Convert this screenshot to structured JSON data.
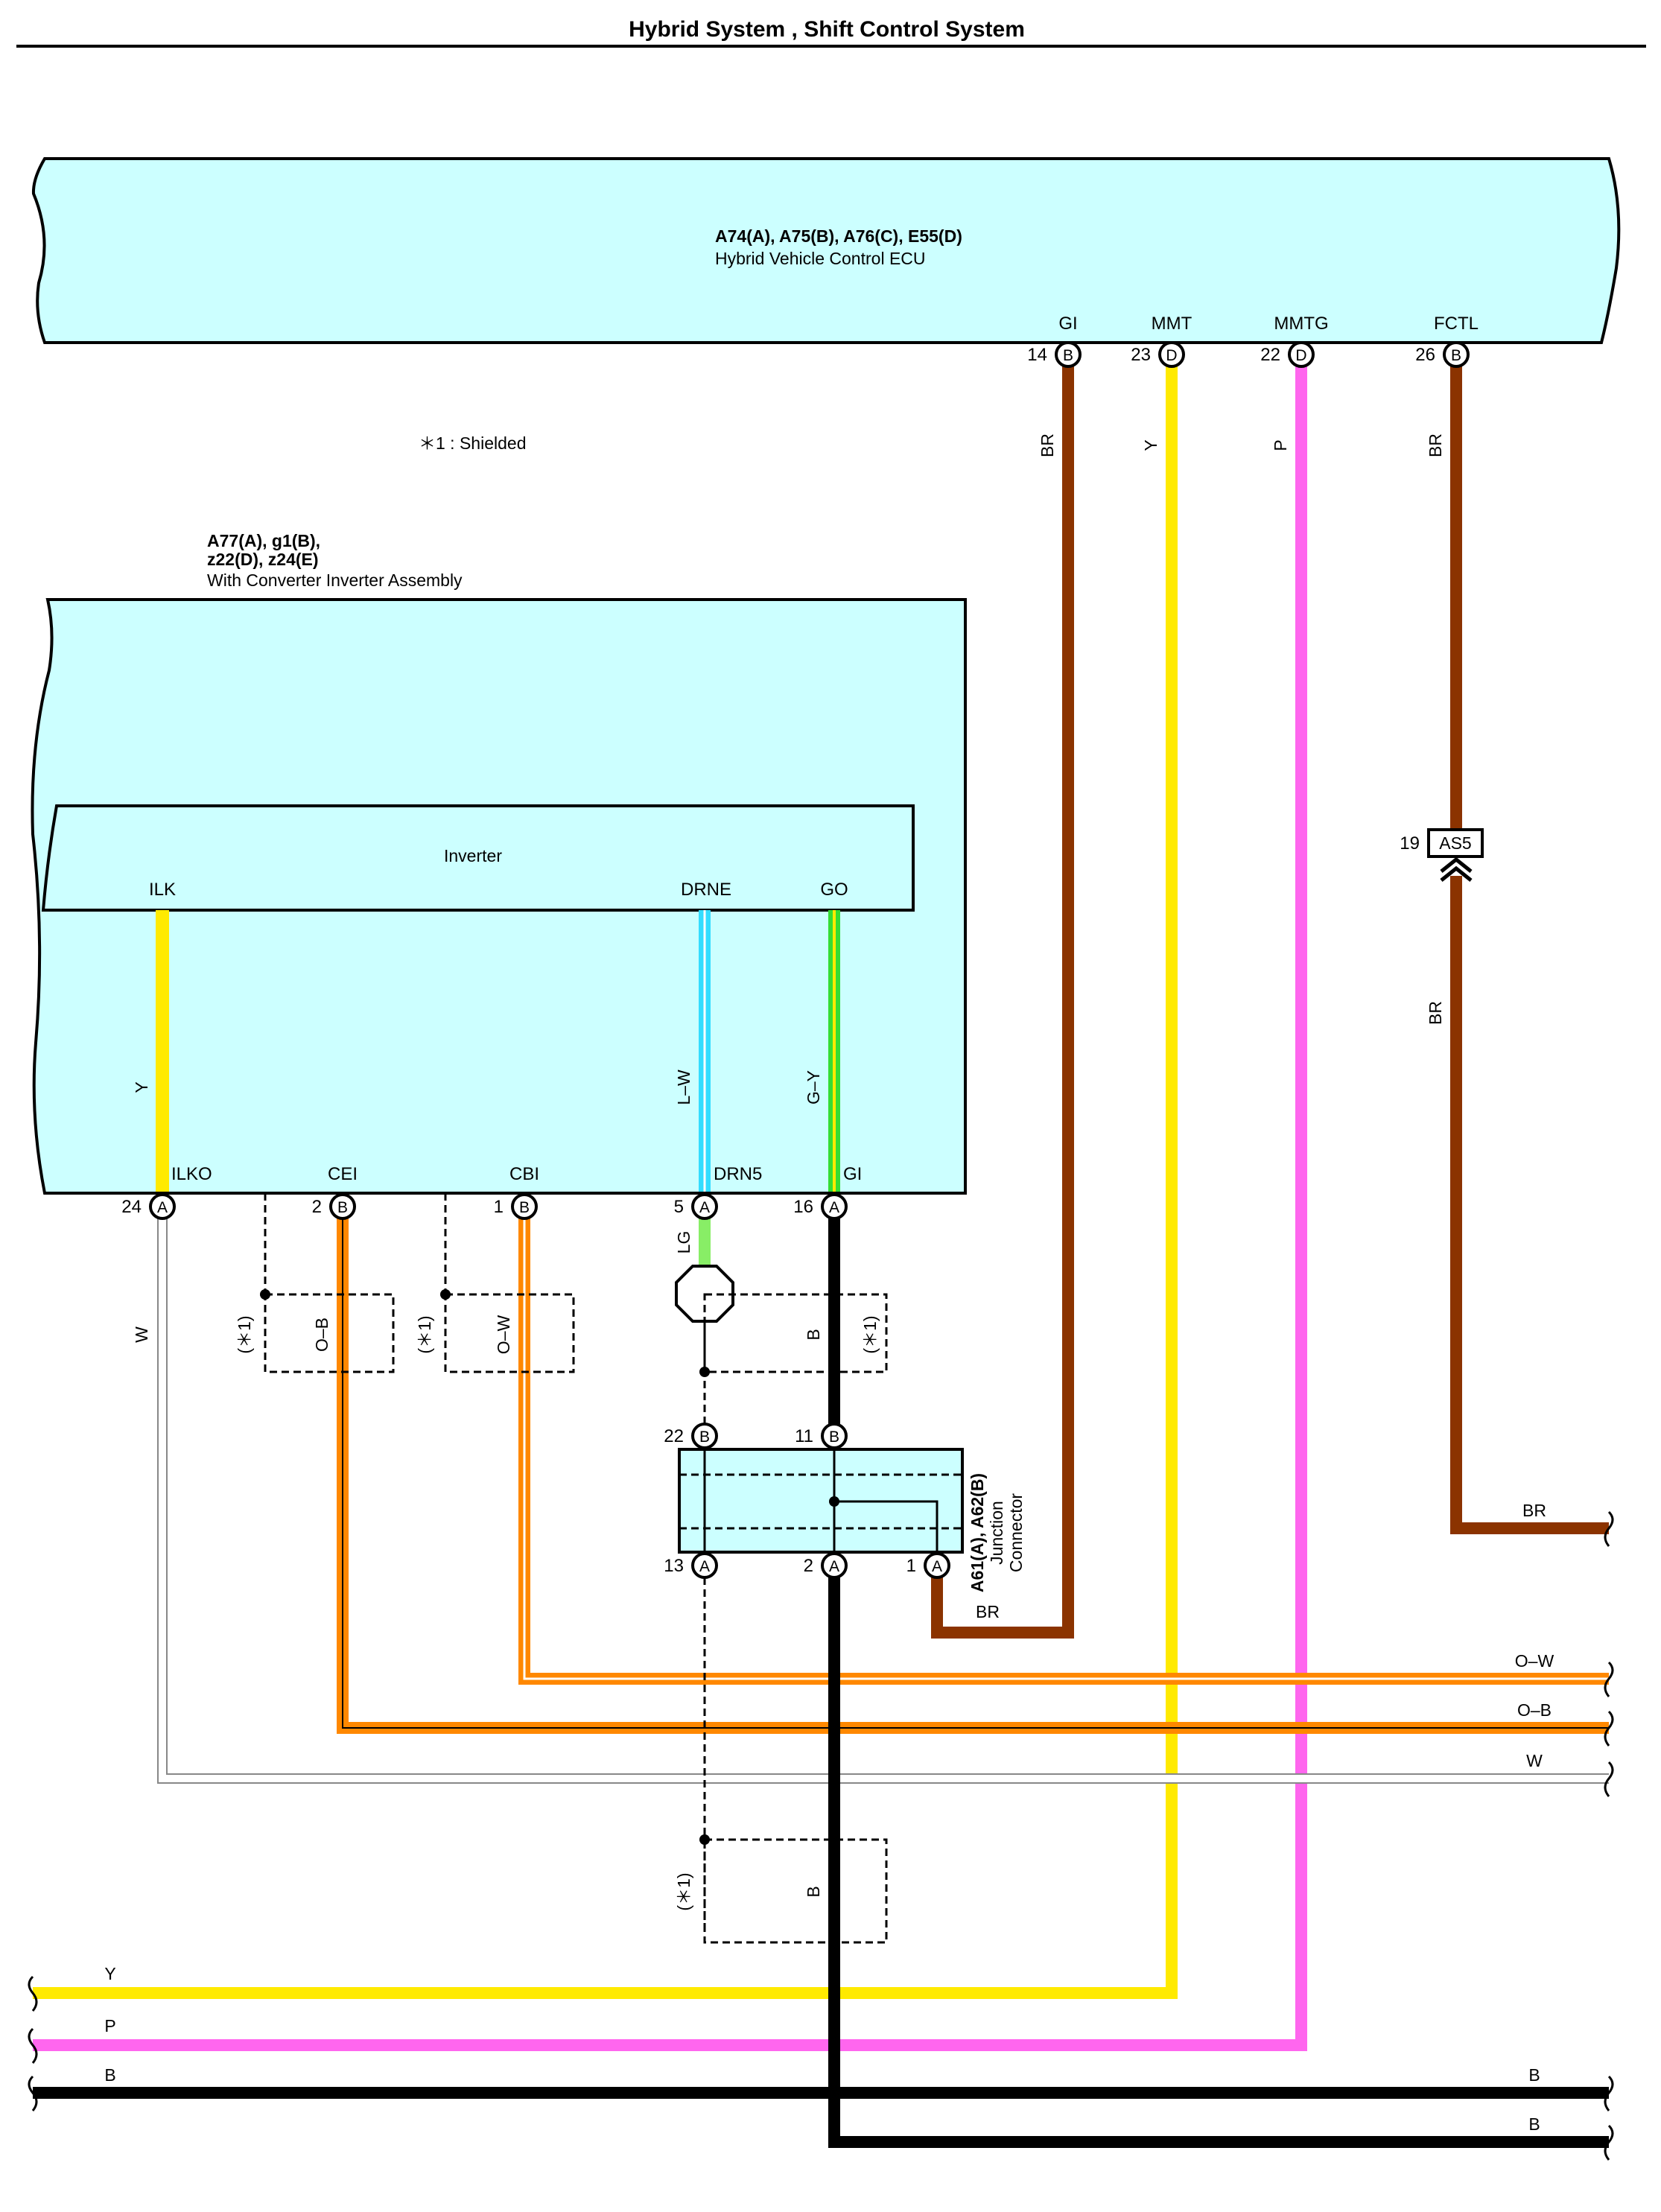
{
  "title": "Hybrid System , Shift Control System",
  "shielded_note": "＊1 : Shielded",
  "shield_mark": "(＊1)",
  "components": {
    "ecu": {
      "connectors": "A74(A), A75(B), A76(C), E55(D)",
      "name": "Hybrid Vehicle Control ECU",
      "color": "#ccffff"
    },
    "converter": {
      "connectors_line1": "A77(A), g1(B),",
      "connectors_line2": "z22(D), z24(E)",
      "name": "With Converter Inverter Assembly",
      "inner_label": "Inverter",
      "color": "#ccffff"
    },
    "junction": {
      "connectors": "A61(A), A62(B)",
      "name_line1": "Junction",
      "name_line2": "Connector"
    },
    "as5": {
      "label": "AS5",
      "pin": "19"
    }
  },
  "ecu_pins": [
    {
      "name": "GI",
      "num": "14",
      "conn": "B",
      "wire": "BR",
      "color": "#8b3300"
    },
    {
      "name": "MMT",
      "num": "23",
      "conn": "D",
      "wire": "Y",
      "color": "#ffea00"
    },
    {
      "name": "MMTG",
      "num": "22",
      "conn": "D",
      "wire": "P",
      "color": "#ff66ee"
    },
    {
      "name": "FCTL",
      "num": "26",
      "conn": "B",
      "wire": "BR",
      "color": "#8b3300"
    }
  ],
  "inverter_pins": [
    {
      "name": "ILK",
      "wire": "Y",
      "color": "#ffea00"
    },
    {
      "name": "DRNE",
      "wire": "L–W",
      "color": "#33ddff"
    },
    {
      "name": "GO",
      "wire": "G–Y",
      "color": "#33dd33"
    }
  ],
  "converter_pins": [
    {
      "name": "ILKO",
      "num": "24",
      "conn": "A",
      "wire": "W"
    },
    {
      "name": "CEI",
      "num": "2",
      "conn": "B",
      "wire": "O–B"
    },
    {
      "name": "CBI",
      "num": "1",
      "conn": "B",
      "wire": "O–W"
    },
    {
      "name": "DRN5",
      "num": "5",
      "conn": "A",
      "wire": "LG"
    },
    {
      "name": "GI",
      "num": "16",
      "conn": "A",
      "wire": "B"
    }
  ],
  "junction_pins": [
    {
      "num": "22",
      "conn": "B"
    },
    {
      "num": "11",
      "conn": "B"
    },
    {
      "num": "13",
      "conn": "A"
    },
    {
      "num": "2",
      "conn": "A"
    },
    {
      "num": "1",
      "conn": "A",
      "wire": "BR"
    }
  ],
  "shield_wire_labels": [
    "O–B",
    "O–W",
    "B",
    "B"
  ],
  "right_outputs": [
    {
      "label": "BR",
      "color": "#8b3300"
    },
    {
      "label": "O–W",
      "color": "#ff8800"
    },
    {
      "label": "O–B",
      "color": "#ff8800"
    },
    {
      "label": "W",
      "color": "#aaaaaa"
    }
  ],
  "left_inputs": [
    {
      "label": "Y",
      "color": "#ffea00"
    },
    {
      "label": "P",
      "color": "#ff66ee"
    },
    {
      "label": "B",
      "color": "#000000"
    }
  ],
  "bottom_right": [
    {
      "label": "B",
      "color": "#000000"
    },
    {
      "label": "B",
      "color": "#000000"
    }
  ]
}
